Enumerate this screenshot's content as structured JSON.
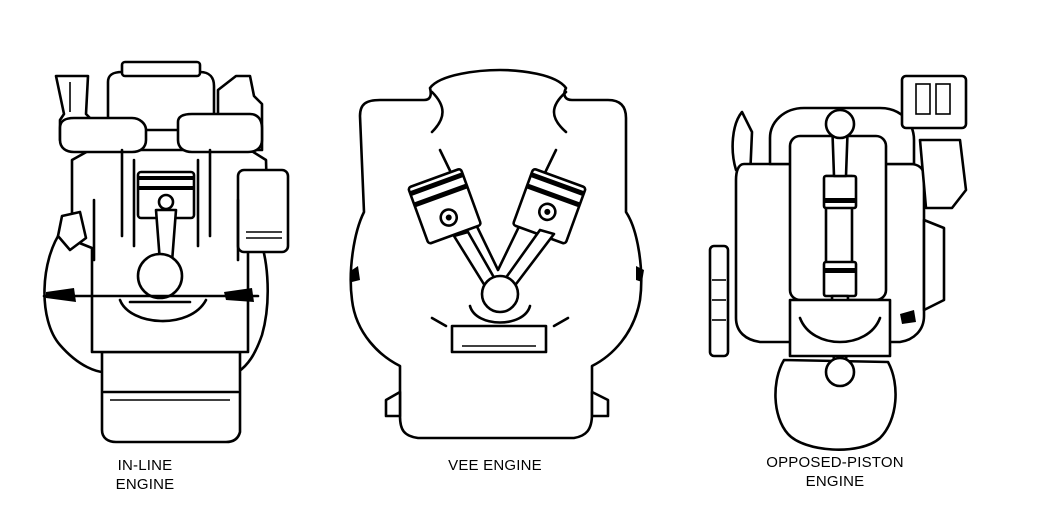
{
  "figures": [
    {
      "id": "inline",
      "caption": [
        "IN-LINE",
        "ENGINE"
      ]
    },
    {
      "id": "vee",
      "caption": [
        "VEE ENGINE"
      ]
    },
    {
      "id": "opposed",
      "caption": [
        "OPPOSED-PISTON",
        "ENGINE"
      ]
    }
  ],
  "colors": {
    "ink": "#000000",
    "paper": "#ffffff"
  }
}
